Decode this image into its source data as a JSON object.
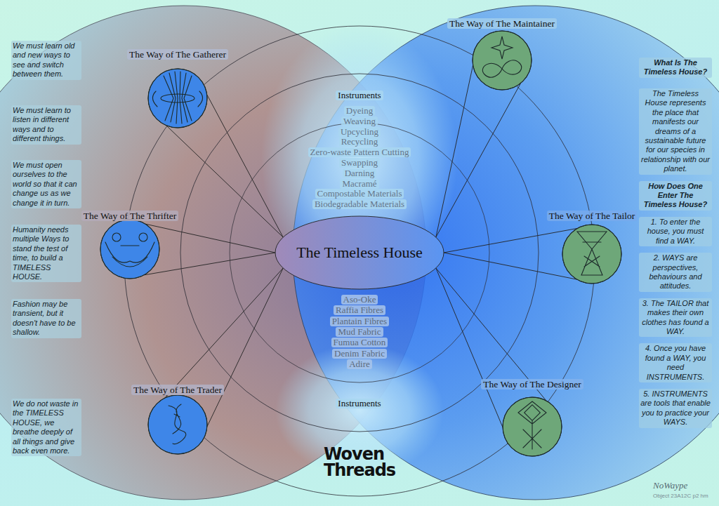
{
  "diagram": {
    "title": "Woven Threads",
    "nodes": [
      {
        "text": [
          "Instruments",
          "Dyeing",
          "Weaving",
          "Upcycling",
          "Recycling",
          "Zero-waste Pattern Cutting",
          "Swapping",
          "Darning",
          "Macramé",
          "Compostable Materials",
          "Biodegradable Materials",
          "Aso-Oke",
          "Raffia Fibres",
          "Plantain Fibres",
          "Mud Fabric",
          "Fumua Cotton",
          "Denim Fabric",
          "Adire",
          "Instruments"
        ]
      },
      {
        "text": [
          "The Timeless House"
        ],
        "in": 0
      },
      {
        "text": [
          "The Way of The Gatherer"
        ]
      },
      {
        "text": [
          "The Way of The Thrifter"
        ]
      },
      {
        "text": [
          "The Way of The Trader"
        ]
      },
      {
        "text": [
          "The Way of The Maintainer"
        ]
      },
      {
        "text": [
          "The Way of The Tailor"
        ]
      },
      {
        "text": [
          "The Way of The Designer"
        ]
      }
    ],
    "edges": [
      {
        "from": 2,
        "to": 1,
        "arrow": "none"
      },
      {
        "from": 3,
        "to": 1,
        "arrow": "none"
      },
      {
        "from": 4,
        "to": 1,
        "arrow": "none"
      },
      {
        "from": 5,
        "to": 1,
        "arrow": "none"
      },
      {
        "from": 6,
        "to": 1,
        "arrow": "none"
      },
      {
        "from": 7,
        "to": 1,
        "arrow": "none"
      }
    ],
    "labels": [
      "We must learn old and new ways to see and switch between them.",
      "We must learn to listen in different ways and to different things.",
      "We must open ourselves to the world so that it can change us as we change it in turn.",
      "Humanity needs multiple Ways to stand the test of time, to build a TIMELESS HOUSE.",
      "Fashion may be transient, but it doesn't have to be shallow.",
      "We do not waste in the TIMELESS HOUSE, we breathe deeply of all things and give back even more.",
      "What Is The Timeless House?",
      "The Timeless House represents the place that manifests our dreams of a sustainable future for our species in relationship with our planet.",
      "How Does One Enter The Timeless House?",
      "1. To enter the house, you must find a WAY.",
      "2. WAYS are perspectives, behaviours and attitudes.",
      "3. The TAILOR that makes their own clothes has found a WAY.",
      "4. Once you have found a WAY, you need INSTRUMENTS.",
      "5. INSTRUMENTS are tools that enable you to practice your WAYS.",
      "NoWaype",
      "Object 23A12C p2 hm"
    ]
  }
}
